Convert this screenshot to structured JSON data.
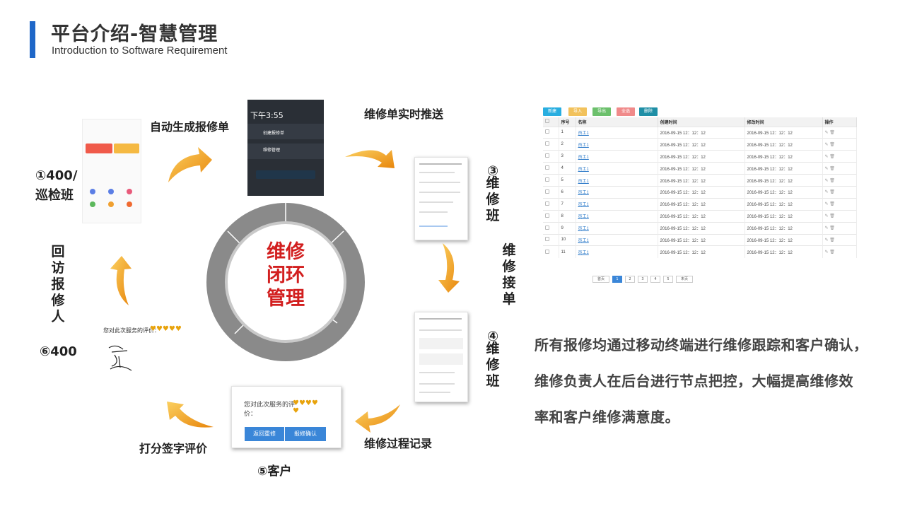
{
  "header": {
    "title": "平台介绍-智慧管理",
    "subtitle": "Introduction to Software Requirement"
  },
  "cycle": {
    "center": [
      "维修",
      "闭环",
      "管理"
    ],
    "steps": {
      "s1_top": "①400/",
      "s1_bottom": "巡检班",
      "auto_report": "自动生成报修单",
      "push": "维修单实时推送",
      "s3_num": "③",
      "s3_text": "维修班",
      "accept": "维修接单",
      "s4_num": "④",
      "s4_text": "维修班",
      "record": "维修过程记录",
      "s5": "⑤客户",
      "rate": "打分签字评价",
      "s6": "⑥400",
      "visit": "回访报修人"
    }
  },
  "phones": {
    "dark_time": "下午3:55",
    "dark_item1": "创建报修单",
    "dark_item2": "维修管理",
    "rate_prompt": "您对此次服务的评价：",
    "rate_prompt_small": "您对此次服务的评价：",
    "btn_back": "返回重修",
    "btn_confirm": "报修确认"
  },
  "table": {
    "buttons": [
      {
        "label": "新建",
        "color": "#29aee0"
      },
      {
        "label": "导入",
        "color": "#f2c25c"
      },
      {
        "label": "导出",
        "color": "#6cc06c"
      },
      {
        "label": "全选",
        "color": "#f08a8a"
      },
      {
        "label": "删除",
        "color": "#1f8fa6"
      }
    ],
    "columns": [
      "",
      "序号",
      "名称",
      "创建时间",
      "修改时间",
      "操作"
    ],
    "rows": [
      {
        "no": "1",
        "name": "员工1",
        "created": "2016-09-15   12：12：12",
        "modified": "2016-09-15   12：12：12"
      },
      {
        "no": "2",
        "name": "员工1",
        "created": "2016-09-15   12：12：12",
        "modified": "2016-09-15   12：12：12"
      },
      {
        "no": "3",
        "name": "员工1",
        "created": "2016-09-15   12：12：12",
        "modified": "2016-09-15   12：12：12"
      },
      {
        "no": "4",
        "name": "员工1",
        "created": "2016-09-15   12：12：12",
        "modified": "2016-09-15   12：12：12"
      },
      {
        "no": "5",
        "name": "员工1",
        "created": "2016-09-15   12：12：12",
        "modified": "2016-09-15   12：12：12"
      },
      {
        "no": "6",
        "name": "员工1",
        "created": "2016-09-15   12：12：12",
        "modified": "2016-09-15   12：12：12"
      },
      {
        "no": "7",
        "name": "员工1",
        "created": "2016-09-15   12：12：12",
        "modified": "2016-09-15   12：12：12"
      },
      {
        "no": "8",
        "name": "员工1",
        "created": "2016-09-15   12：12：12",
        "modified": "2016-09-15   12：12：12"
      },
      {
        "no": "9",
        "name": "员工1",
        "created": "2016-09-15   12：12：12",
        "modified": "2016-09-15   12：12：12"
      },
      {
        "no": "10",
        "name": "员工1",
        "created": "2016-09-15   12：12：12",
        "modified": "2016-09-15   12：12：12"
      },
      {
        "no": "11",
        "name": "员工1",
        "created": "2016-09-15   12：12：12",
        "modified": "2016-09-15   12：12：12"
      }
    ],
    "pager": [
      "首页",
      "1",
      "2",
      "3",
      "4",
      "5",
      "末页"
    ]
  },
  "description": [
    "所有报修均通过移动终端进行维修跟踪和客户确认，",
    "维修负责人在后台进行节点把控，大幅提高维修效",
    "率和客户维修满意度。"
  ],
  "colors": {
    "accent": "#1f67c8",
    "center_text": "#d21f1f",
    "arrow": "#f0a020",
    "ring": "#8a8a8a"
  }
}
